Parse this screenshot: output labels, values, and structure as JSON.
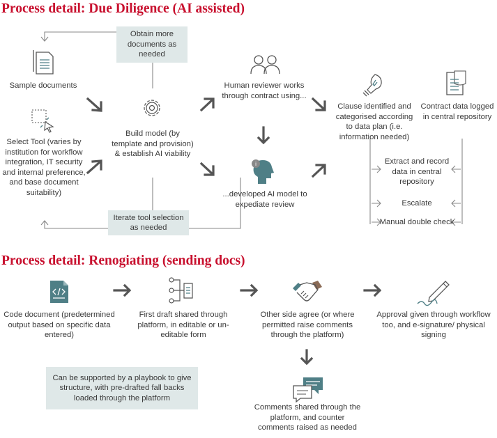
{
  "section1": {
    "title": "Process detail: Due Diligence (AI assisted)",
    "obtain_more_box": "Obtain more documents as needed",
    "sample_documents": "Sample documents",
    "select_tool": "Select Tool (varies by institution for workflow integration, IT security and internal preference, and base document suitability)",
    "build_model": "Build model (by template and provision) & establish AI viability",
    "human_reviewer": "Human reviewer works through contract using...",
    "ai_model": "...developed AI model to expediate review",
    "clause_identified": "Clause identified and categorised according to data plan (i.e. information needed)",
    "contract_data_logged": "Contract data logged in central repository",
    "extract_record": "Extract and record data in central repository",
    "escalate": "Escalate",
    "manual_double_check": "Manual double check",
    "iterate_box": "Iterate tool selection as needed"
  },
  "section2": {
    "title": "Process detail: Renogiating (sending docs)",
    "code_document": "Code document (predetermined output based on specific data entered)",
    "first_draft": "First draft shared through platform, in editable or un-editable form",
    "other_side": "Other side agree (or where permitted raise comments through the platform)",
    "approval": "Approval given through workflow too, and e-signature/ physical signing",
    "playbook_box": "Can be supported by a playbook to give structure, with pre-drafted fall backs loaded through the platform",
    "comments_shared": "Comments shared through the platform, and counter comments raised as needed"
  },
  "colors": {
    "title_red": "#c8102e",
    "teal_icon": "#4f7f86",
    "box_fill": "#dfe8e8",
    "arrow_gray": "#555555"
  }
}
